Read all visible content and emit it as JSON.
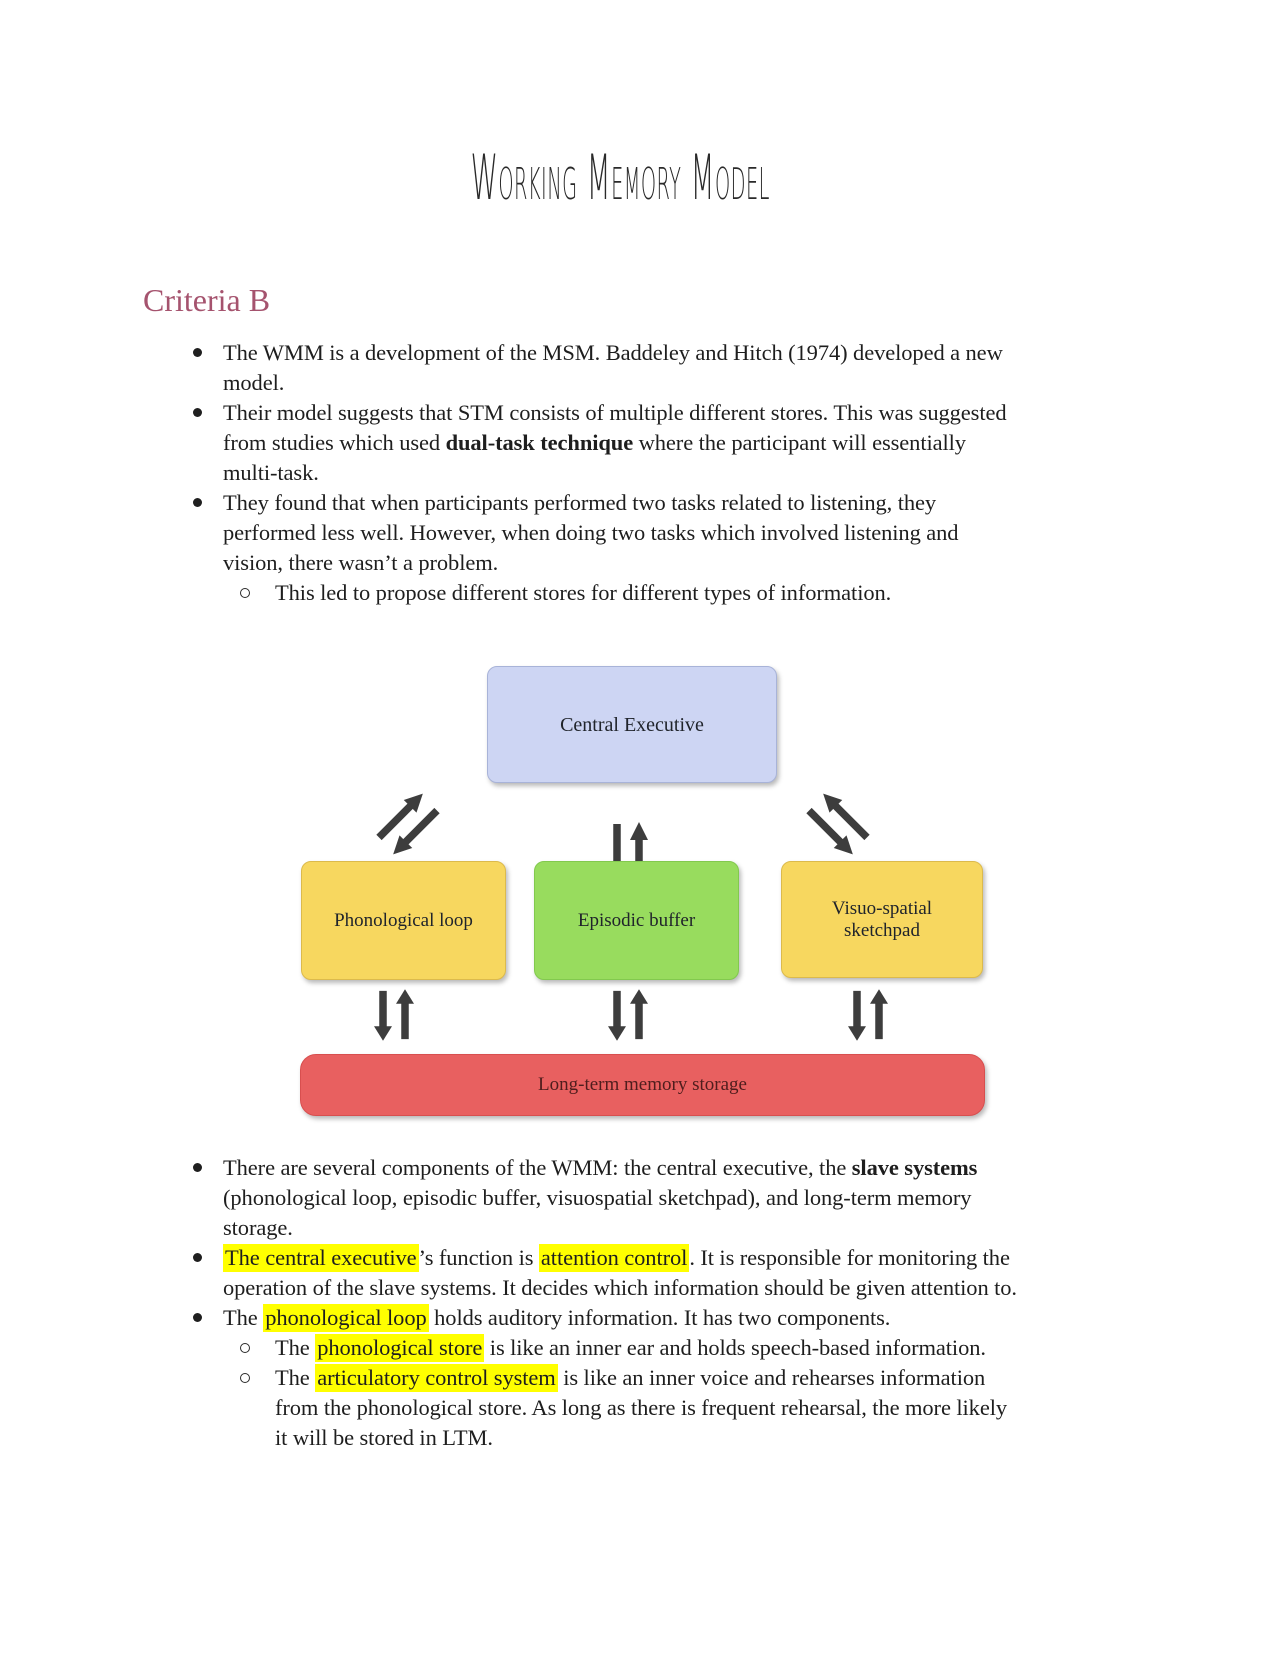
{
  "page": {
    "title": "Working Memory Model",
    "section": "Criteria B"
  },
  "colors": {
    "heading": "#a5536e",
    "highlight": "#ffff00",
    "box_blue": "#cdd5f3",
    "box_yellow": "#f7d75f",
    "box_green": "#98dc5e",
    "box_red": "#e86060",
    "arrow": "#3d3d3d",
    "ltm_text": "#4f1d1d"
  },
  "top": [
    {
      "s": [
        {
          "t": "The WMM is a development of the MSM. Baddeley and Hitch (1974) developed a new model."
        }
      ]
    },
    {
      "s": [
        {
          "t": "Their model suggests that STM consists of multiple different stores. This was suggested from studies which used "
        },
        {
          "t": "dual-task technique"
        },
        {
          "t": " where the participant will essentially multi-task."
        }
      ]
    },
    {
      "s": [
        {
          "t": "They found that when participants performed two tasks related to listening, they performed less well. However, when doing two tasks which involved listening and vision, there wasn’t a problem."
        }
      ]
    },
    {
      "s": [
        {
          "t": "This led to propose different stores for different types of information."
        }
      ]
    }
  ],
  "diagram": {
    "central": "Central Executive",
    "phonological": "Phonological loop",
    "episodic": "Episodic buffer",
    "visuospatial": "Visuo-spatial sketchpad",
    "ltm": "Long-term memory storage"
  },
  "bottom": [
    {
      "s": [
        {
          "t": "There are several components of the WMM: the central executive, the "
        },
        {
          "t": "slave systems"
        },
        {
          "t": " (phonological loop, episodic buffer, visuospatial sketchpad), and long-term memory storage."
        }
      ]
    },
    {
      "s": [
        {
          "t": "The central executive"
        },
        {
          "t": "’s function is "
        },
        {
          "t": "attention control"
        },
        {
          "t": ". It is responsible for monitoring the operation of the slave systems. It decides which information should be given attention to."
        }
      ]
    },
    {
      "s": [
        {
          "t": "The "
        },
        {
          "t": "phonological loop"
        },
        {
          "t": " holds auditory information. It has two components."
        }
      ]
    },
    {
      "s": [
        {
          "t": "The "
        },
        {
          "t": "phonological store"
        },
        {
          "t": " is like an inner ear and holds speech-based information."
        }
      ]
    },
    {
      "s": [
        {
          "t": "The "
        },
        {
          "t": "articulatory control system"
        },
        {
          "t": " is like an inner voice and rehearses information from the phonological store. As long as there is frequent rehearsal, the more likely it will be stored in LTM."
        }
      ]
    }
  ]
}
